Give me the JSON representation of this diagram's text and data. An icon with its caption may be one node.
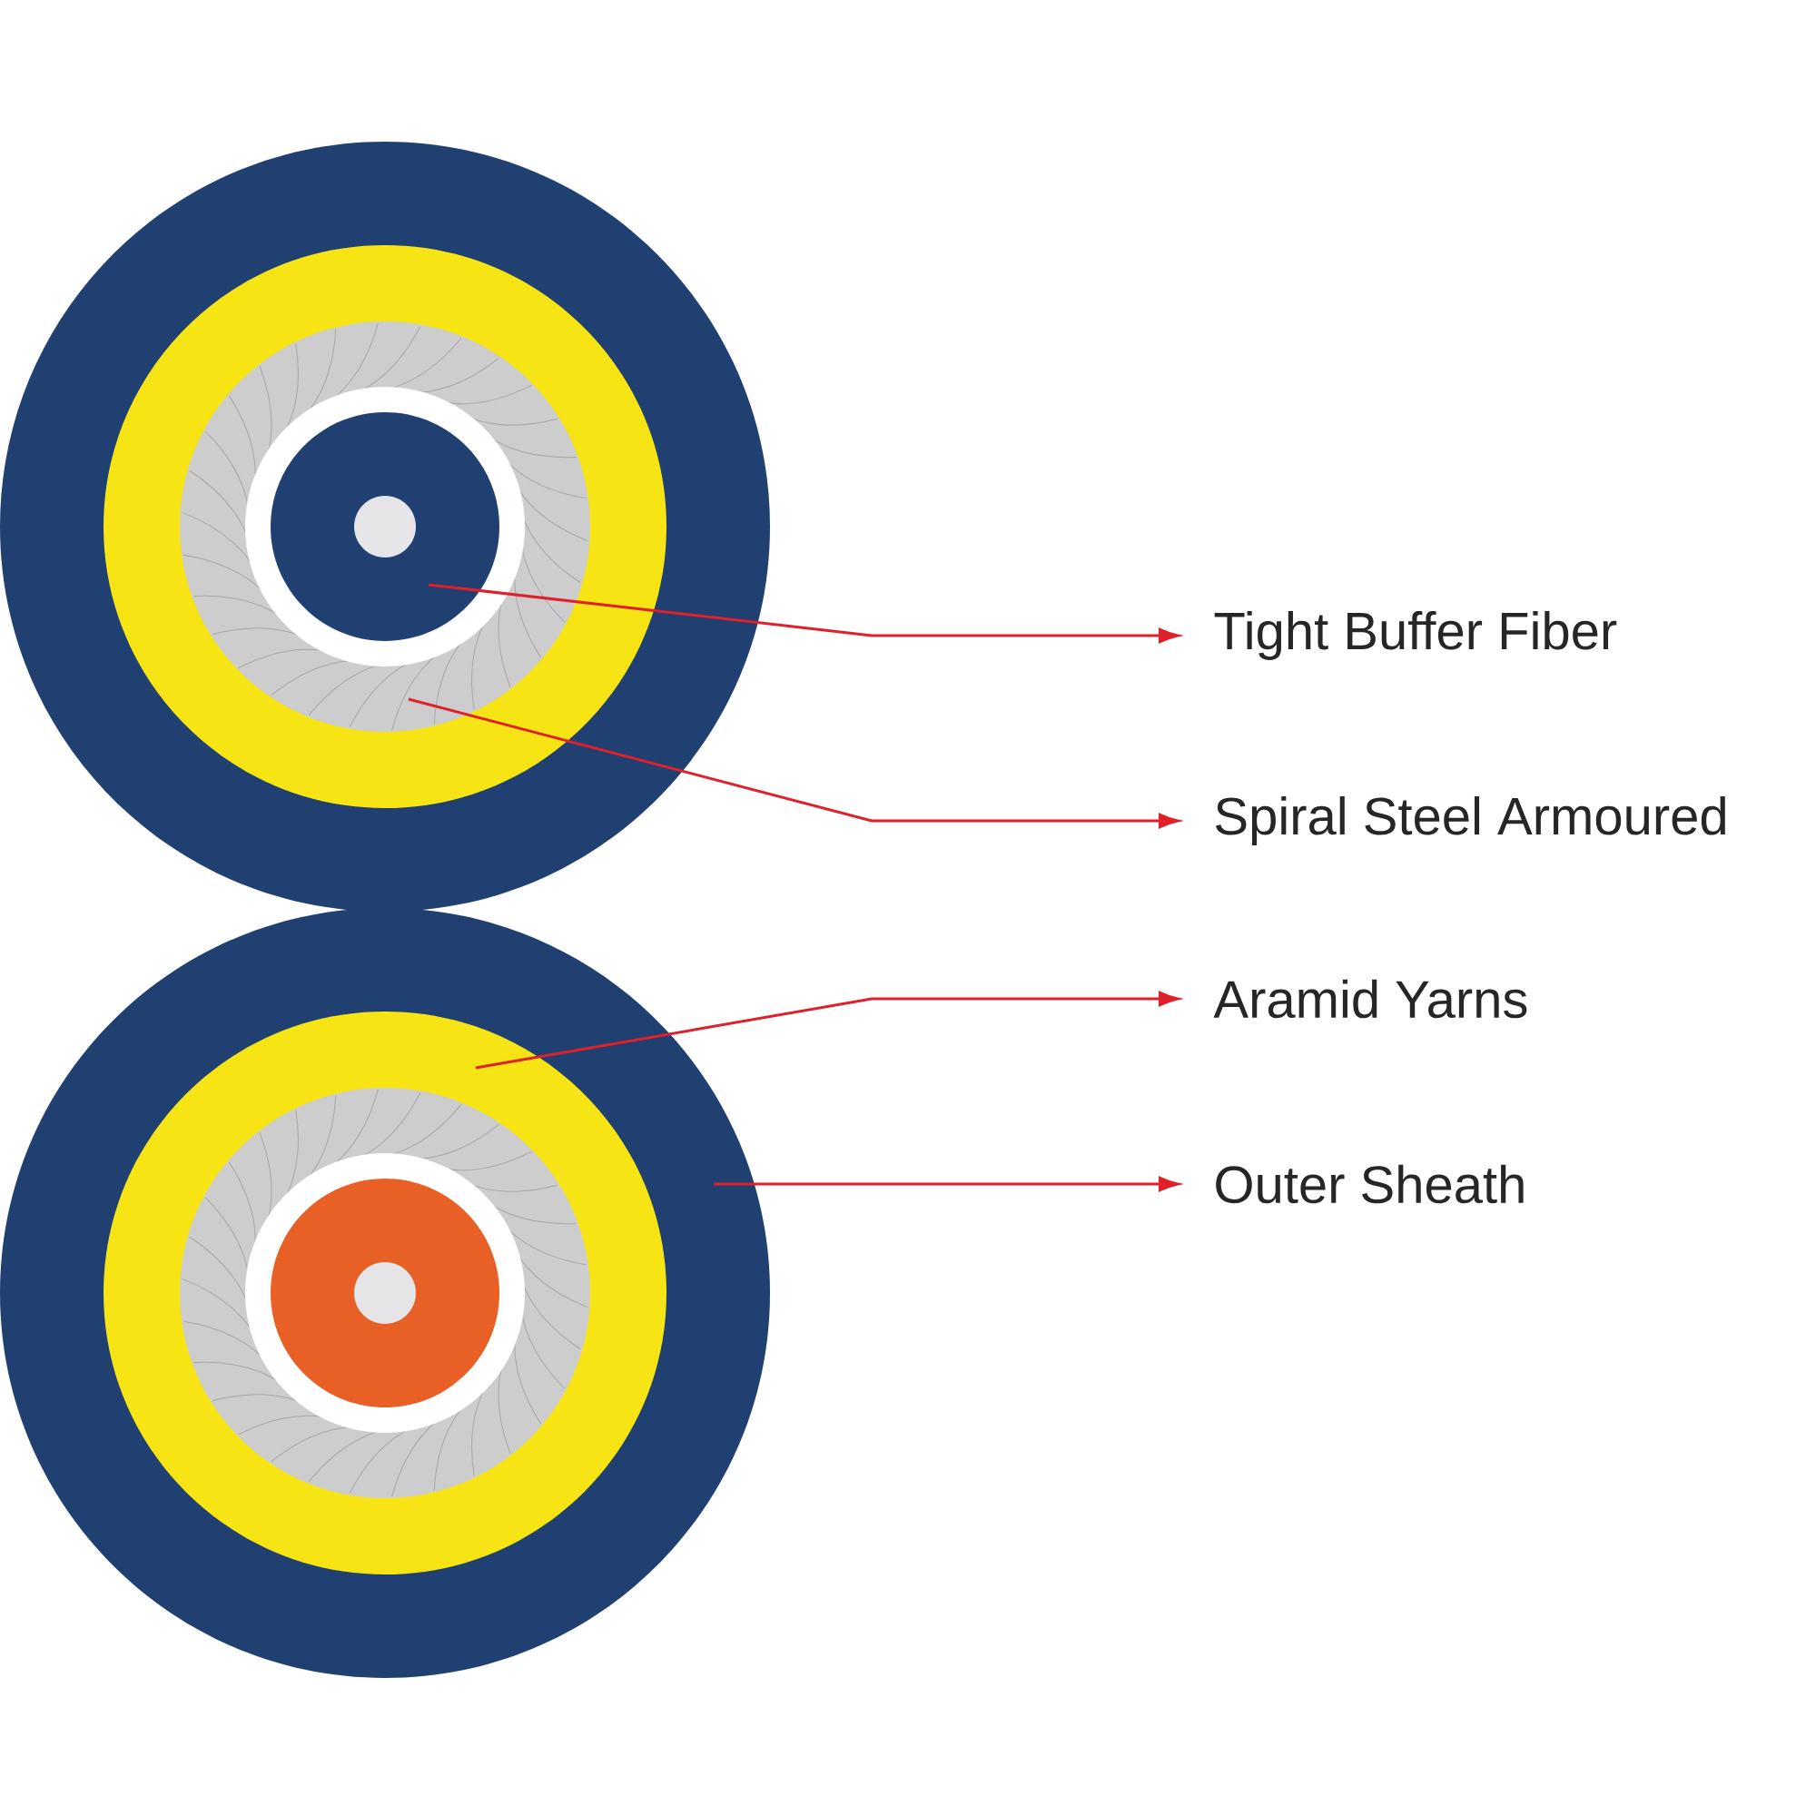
{
  "diagram": {
    "nodes": [
      {
        "text": [
          "Tight Buffer Fiber"
        ]
      },
      {
        "text": [
          "Spiral Steel Armoured"
        ]
      },
      {
        "text": [
          "Aramid Yarns"
        ]
      },
      {
        "text": [
          "Outer Sheath"
        ]
      },
      {
        "text": [],
        "shape": "circle"
      },
      {
        "text": [],
        "shape": "circle",
        "in": 4
      },
      {
        "text": [],
        "shape": "circle"
      },
      {
        "text": [],
        "shape": "circle",
        "in": 6
      }
    ],
    "edges": [
      {
        "from": 5,
        "to": 0,
        "arrow": "to"
      },
      {
        "from": 4,
        "to": 1,
        "arrow": "to"
      },
      {
        "from": 7,
        "to": 2,
        "arrow": "to"
      },
      {
        "from": 6,
        "to": 3,
        "arrow": "to"
      }
    ]
  }
}
